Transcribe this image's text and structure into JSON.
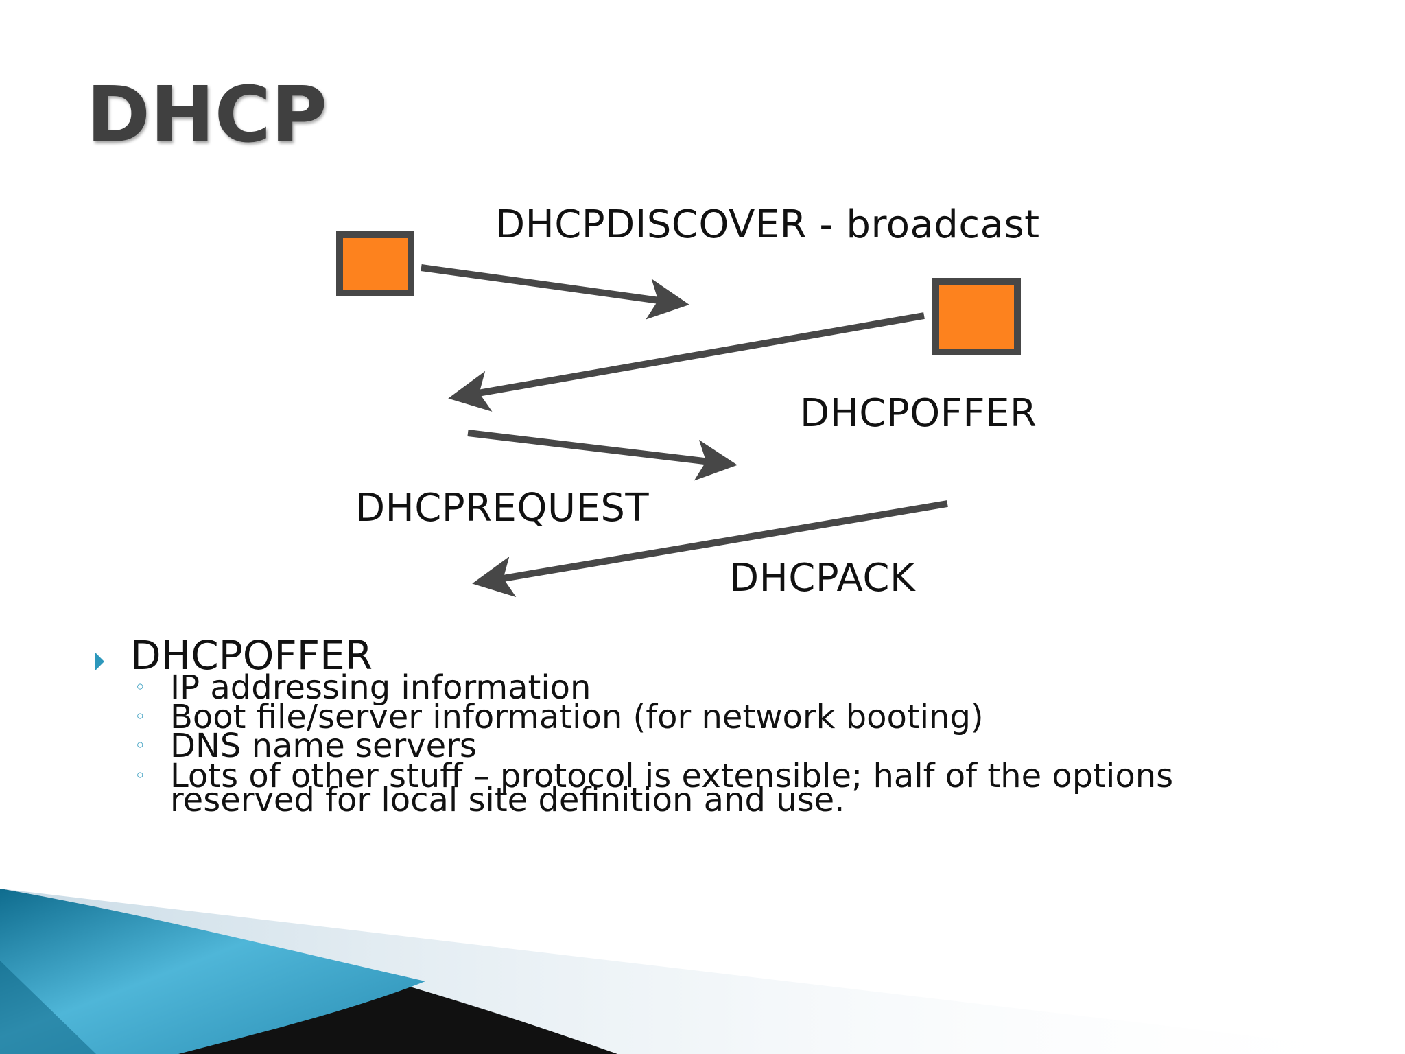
{
  "slide": {
    "title": "DHCP"
  },
  "diagram": {
    "messages": {
      "discover": "DHCPDISCOVER - broadcast",
      "offer": "DHCPOFFER",
      "request": "DHCPREQUEST",
      "ack": "DHCPACK"
    },
    "colors": {
      "node_fill": "#fd821e",
      "node_border": "#474747",
      "arrow": "#474747"
    }
  },
  "bullets": {
    "main": "DHCPOFFER",
    "sub_items": [
      "IP addressing information",
      "Boot file/server information (for network booting)",
      "DNS name servers",
      "Lots of other stuff – protocol is extensible;  half of the options",
      "reserved for local site definition and use."
    ],
    "sub_marker": "◦",
    "accent_color": "#2d98bc"
  }
}
